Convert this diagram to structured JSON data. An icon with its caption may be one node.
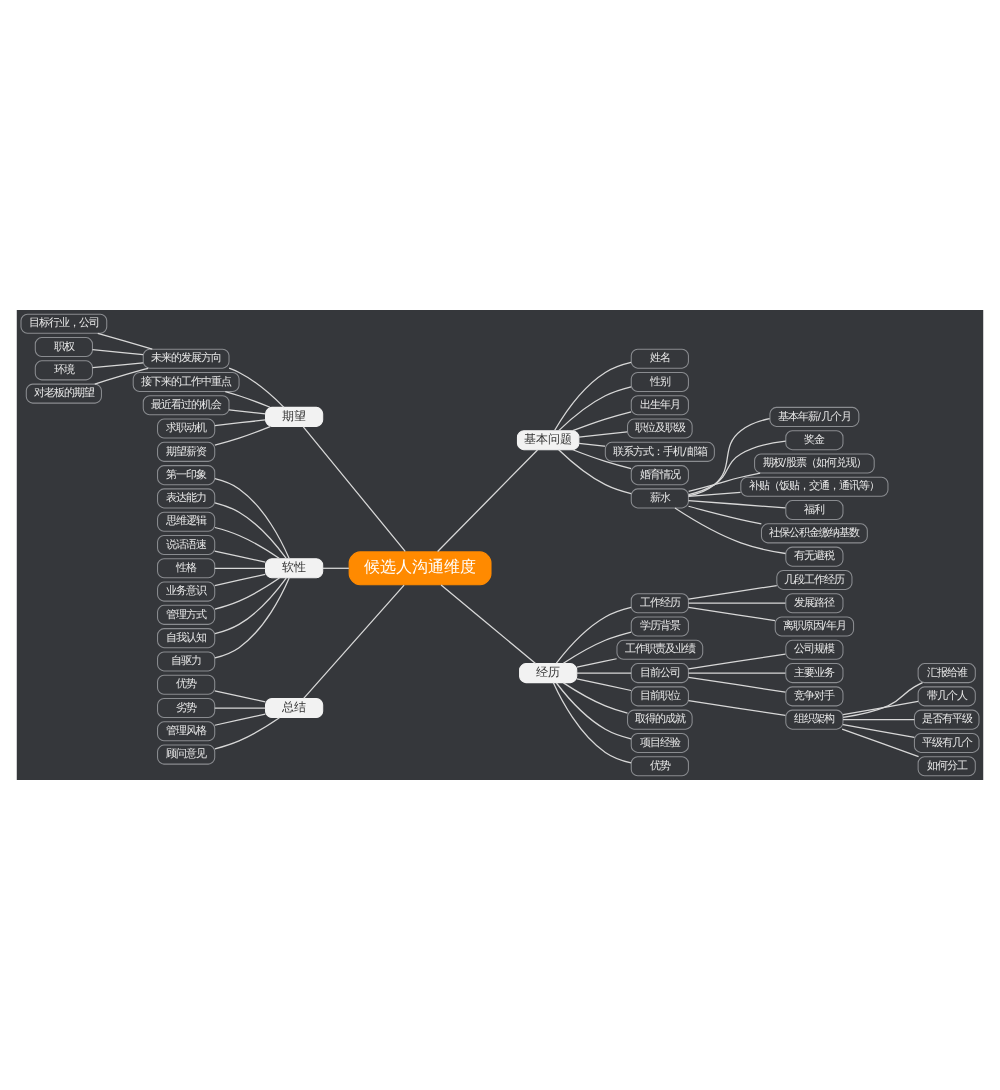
{
  "diagram": {
    "nodes": [
      {
        "text": [
          "候选人沟通维度"
        ]
      },
      {
        "text": [
          "基本问题"
        ]
      },
      {
        "text": [
          "姓名"
        ]
      },
      {
        "text": [
          "性别"
        ]
      },
      {
        "text": [
          "出生年月"
        ]
      },
      {
        "text": [
          "职位及职级"
        ]
      },
      {
        "text": [
          "联系方式：手机/邮箱"
        ]
      },
      {
        "text": [
          "婚育情况"
        ]
      },
      {
        "text": [
          "薪水"
        ]
      },
      {
        "text": [
          "基本年薪/几个月"
        ]
      },
      {
        "text": [
          "奖金"
        ]
      },
      {
        "text": [
          "期权/股票（如何兑现）"
        ]
      },
      {
        "text": [
          "补贴（饭贴，交通，通讯等）"
        ]
      },
      {
        "text": [
          "福利"
        ]
      },
      {
        "text": [
          "社保公积金缴纳基数"
        ]
      },
      {
        "text": [
          "有无避税"
        ]
      },
      {
        "text": [
          "经历"
        ]
      },
      {
        "text": [
          "工作经历"
        ]
      },
      {
        "text": [
          "几段工作经历"
        ]
      },
      {
        "text": [
          "发展路径"
        ]
      },
      {
        "text": [
          "离职原因/年月"
        ]
      },
      {
        "text": [
          "学历背景"
        ]
      },
      {
        "text": [
          "工作职责及业绩"
        ]
      },
      {
        "text": [
          "目前公司"
        ]
      },
      {
        "text": [
          "公司规模"
        ]
      },
      {
        "text": [
          "主要业务"
        ]
      },
      {
        "text": [
          "竞争对手"
        ]
      },
      {
        "text": [
          "目前职位"
        ]
      },
      {
        "text": [
          "组织架构"
        ]
      },
      {
        "text": [
          "汇报给谁"
        ]
      },
      {
        "text": [
          "带几个人"
        ]
      },
      {
        "text": [
          "是否有平级"
        ]
      },
      {
        "text": [
          "平级有几个"
        ]
      },
      {
        "text": [
          "如何分工"
        ]
      },
      {
        "text": [
          "取得的成就"
        ]
      },
      {
        "text": [
          "项目经验"
        ]
      },
      {
        "text": [
          "优势"
        ]
      },
      {
        "text": [
          "期望"
        ]
      },
      {
        "text": [
          "未来的发展方向"
        ]
      },
      {
        "text": [
          "目标行业，公司"
        ]
      },
      {
        "text": [
          "职权"
        ]
      },
      {
        "text": [
          "环境"
        ]
      },
      {
        "text": [
          "对老板的期望"
        ]
      },
      {
        "text": [
          "接下来的工作中重点"
        ]
      },
      {
        "text": [
          "最近看过的机会"
        ]
      },
      {
        "text": [
          "求职动机"
        ]
      },
      {
        "text": [
          "期望薪资"
        ]
      },
      {
        "text": [
          "软性"
        ]
      },
      {
        "text": [
          "第一印象"
        ]
      },
      {
        "text": [
          "表达能力"
        ]
      },
      {
        "text": [
          "思维逻辑"
        ]
      },
      {
        "text": [
          "说话语速"
        ]
      },
      {
        "text": [
          "性格"
        ]
      },
      {
        "text": [
          "业务意识"
        ]
      },
      {
        "text": [
          "管理方式"
        ]
      },
      {
        "text": [
          "自我认知"
        ]
      },
      {
        "text": [
          "自驱力"
        ]
      },
      {
        "text": [
          "总结"
        ]
      },
      {
        "text": [
          "优势"
        ]
      },
      {
        "text": [
          "劣势"
        ]
      },
      {
        "text": [
          "管理风格"
        ]
      },
      {
        "text": [
          "顾问意见"
        ]
      }
    ],
    "edges": [
      {
        "from": 0,
        "to": 1,
        "arrow": "none"
      },
      {
        "from": 1,
        "to": 2,
        "arrow": "none"
      },
      {
        "from": 1,
        "to": 3,
        "arrow": "none"
      },
      {
        "from": 1,
        "to": 4,
        "arrow": "none"
      },
      {
        "from": 1,
        "to": 5,
        "arrow": "none"
      },
      {
        "from": 1,
        "to": 6,
        "arrow": "none"
      },
      {
        "from": 1,
        "to": 7,
        "arrow": "none"
      },
      {
        "from": 1,
        "to": 8,
        "arrow": "none"
      },
      {
        "from": 8,
        "to": 9,
        "arrow": "none"
      },
      {
        "from": 8,
        "to": 10,
        "arrow": "none"
      },
      {
        "from": 8,
        "to": 11,
        "arrow": "none"
      },
      {
        "from": 8,
        "to": 12,
        "arrow": "none"
      },
      {
        "from": 8,
        "to": 13,
        "arrow": "none"
      },
      {
        "from": 8,
        "to": 14,
        "arrow": "none"
      },
      {
        "from": 8,
        "to": 15,
        "arrow": "none"
      },
      {
        "from": 0,
        "to": 16,
        "arrow": "none"
      },
      {
        "from": 16,
        "to": 17,
        "arrow": "none"
      },
      {
        "from": 17,
        "to": 18,
        "arrow": "none"
      },
      {
        "from": 17,
        "to": 19,
        "arrow": "none"
      },
      {
        "from": 17,
        "to": 20,
        "arrow": "none"
      },
      {
        "from": 16,
        "to": 21,
        "arrow": "none"
      },
      {
        "from": 16,
        "to": 22,
        "arrow": "none"
      },
      {
        "from": 16,
        "to": 23,
        "arrow": "none"
      },
      {
        "from": 23,
        "to": 24,
        "arrow": "none"
      },
      {
        "from": 23,
        "to": 25,
        "arrow": "none"
      },
      {
        "from": 23,
        "to": 26,
        "arrow": "none"
      },
      {
        "from": 16,
        "to": 27,
        "arrow": "none"
      },
      {
        "from": 27,
        "to": 28,
        "arrow": "none"
      },
      {
        "from": 28,
        "to": 29,
        "arrow": "none"
      },
      {
        "from": 28,
        "to": 30,
        "arrow": "none"
      },
      {
        "from": 28,
        "to": 31,
        "arrow": "none"
      },
      {
        "from": 28,
        "to": 32,
        "arrow": "none"
      },
      {
        "from": 28,
        "to": 33,
        "arrow": "none"
      },
      {
        "from": 16,
        "to": 34,
        "arrow": "none"
      },
      {
        "from": 16,
        "to": 35,
        "arrow": "none"
      },
      {
        "from": 16,
        "to": 36,
        "arrow": "none"
      },
      {
        "from": 0,
        "to": 37,
        "arrow": "none"
      },
      {
        "from": 37,
        "to": 38,
        "arrow": "none"
      },
      {
        "from": 38,
        "to": 39,
        "arrow": "none"
      },
      {
        "from": 38,
        "to": 40,
        "arrow": "none"
      },
      {
        "from": 38,
        "to": 41,
        "arrow": "none"
      },
      {
        "from": 38,
        "to": 42,
        "arrow": "none"
      },
      {
        "from": 37,
        "to": 43,
        "arrow": "none"
      },
      {
        "from": 37,
        "to": 44,
        "arrow": "none"
      },
      {
        "from": 37,
        "to": 45,
        "arrow": "none"
      },
      {
        "from": 37,
        "to": 46,
        "arrow": "none"
      },
      {
        "from": 0,
        "to": 47,
        "arrow": "none"
      },
      {
        "from": 47,
        "to": 48,
        "arrow": "none"
      },
      {
        "from": 47,
        "to": 49,
        "arrow": "none"
      },
      {
        "from": 47,
        "to": 50,
        "arrow": "none"
      },
      {
        "from": 47,
        "to": 51,
        "arrow": "none"
      },
      {
        "from": 47,
        "to": 52,
        "arrow": "none"
      },
      {
        "from": 47,
        "to": 53,
        "arrow": "none"
      },
      {
        "from": 47,
        "to": 54,
        "arrow": "none"
      },
      {
        "from": 47,
        "to": 55,
        "arrow": "none"
      },
      {
        "from": 47,
        "to": 56,
        "arrow": "none"
      },
      {
        "from": 0,
        "to": 57,
        "arrow": "none"
      },
      {
        "from": 57,
        "to": 58,
        "arrow": "none"
      },
      {
        "from": 57,
        "to": 59,
        "arrow": "none"
      },
      {
        "from": 57,
        "to": 60,
        "arrow": "none"
      },
      {
        "from": 57,
        "to": 61,
        "arrow": "none"
      }
    ]
  }
}
